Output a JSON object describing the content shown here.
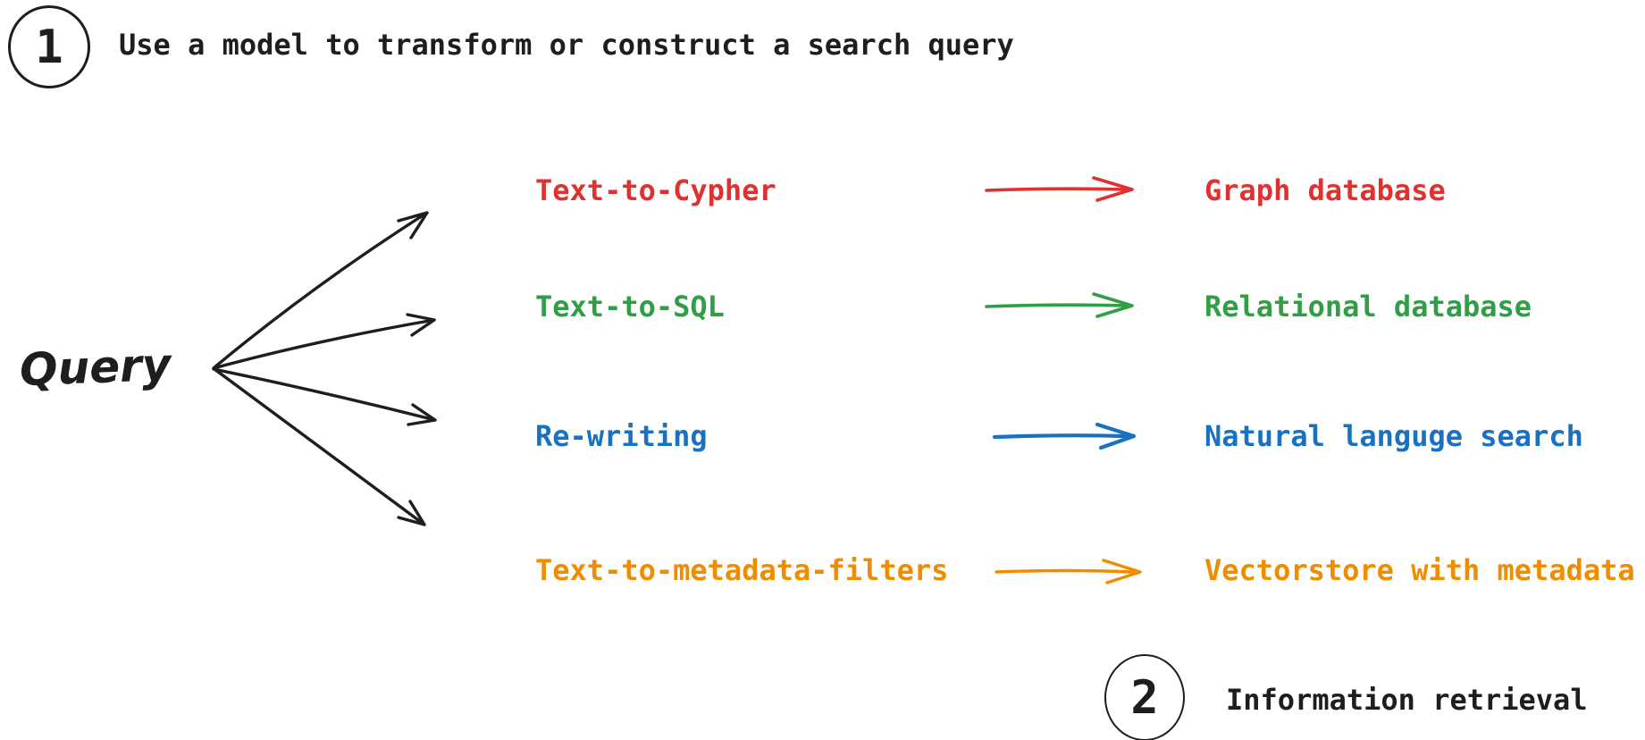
{
  "canvas": {
    "background": "#ffffff",
    "ink_color": "#1e1e1e"
  },
  "step1": {
    "number": "1",
    "label": "Use a model to transform or construct a search query"
  },
  "step2": {
    "number": "2",
    "label": "Information retrieval"
  },
  "source": {
    "label": "Query"
  },
  "rows": [
    {
      "method": "Text-to-Cypher",
      "target": "Graph database",
      "color": "#e03131"
    },
    {
      "method": "Text-to-SQL",
      "target": "Relational database",
      "color": "#2f9e44"
    },
    {
      "method": "Re-writing",
      "target": "Natural languge search",
      "color": "#1971c2"
    },
    {
      "method": "Text-to-metadata-filters",
      "target": "Vectorstore with metadata",
      "color": "#f08c00"
    }
  ]
}
